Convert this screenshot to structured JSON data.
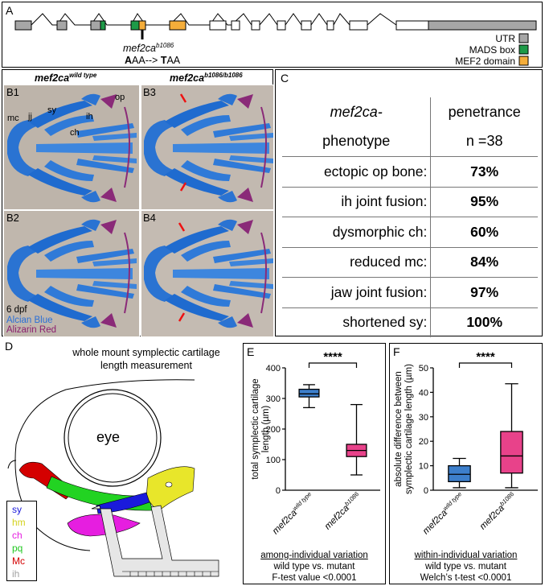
{
  "figure": {
    "panel_labels": [
      "A",
      "B1",
      "B2",
      "B3",
      "B4",
      "C",
      "D",
      "E",
      "F"
    ],
    "panel_a": {
      "allele": "mef2ca",
      "allele_sup": "b1086",
      "mutation_bold1": "A",
      "mutation_rest1": "AA--> ",
      "mutation_bold2": "T",
      "mutation_rest2": "AA",
      "legend": [
        {
          "label": "UTR",
          "color": "#a6a6a6"
        },
        {
          "label": "MADS box",
          "color": "#1e9a48"
        },
        {
          "label": "MEF2 domain",
          "color": "#f4ad3a"
        }
      ]
    },
    "panel_b": {
      "col1_title": "mef2ca",
      "col1_sup": "wild type",
      "col2_title": "mef2ca",
      "col2_sup": "b1086/b1086",
      "labels": [
        "mc",
        "jj",
        "sy",
        "ih",
        "ch",
        "op"
      ],
      "stage": "6 dpf",
      "stain1": "Alcian Blue",
      "stain2": "Alizarin Red",
      "stain1_color": "#2a6fd6",
      "stain2_color": "#8a1e6e"
    },
    "panel_c": {
      "header_left1": "mef2ca-",
      "header_left2": "phenotype",
      "header_right1": "penetrance",
      "header_right2": "n =38",
      "rows": [
        {
          "phenotype": "ectopic op bone:",
          "penetrance": "73%"
        },
        {
          "phenotype": "ih joint fusion:",
          "penetrance": "95%"
        },
        {
          "phenotype": "dysmorphic ch:",
          "penetrance": "60%"
        },
        {
          "phenotype": "reduced mc:",
          "penetrance": "84%"
        },
        {
          "phenotype": "jaw joint fusion:",
          "penetrance": "97%"
        },
        {
          "phenotype": "shortened sy:",
          "penetrance": "100%"
        }
      ]
    },
    "panel_d": {
      "title1": "whole mount symplectic cartilage",
      "title2": "length measurement",
      "eye_label": "eye",
      "legend": [
        {
          "label": "sy",
          "color": "#1a1adb"
        },
        {
          "label": "hm",
          "color": "#e8e62a"
        },
        {
          "label": "ch",
          "color": "#e61ee0"
        },
        {
          "label": "pq",
          "color": "#22d322"
        },
        {
          "label": "Mc",
          "color": "#d40000"
        },
        {
          "label": "ih",
          "color": "#a0a0a0"
        }
      ]
    },
    "panel_e": {
      "significance": "****",
      "caption1": "among-individual variation",
      "caption2": "wild type vs. mutant",
      "caption3": "F-test value <0.0001"
    },
    "panel_f": {
      "significance": "****",
      "caption1": "within-individual variation",
      "caption2": "wild type vs. mutant",
      "caption3": "Welch’s t-test <0.0001"
    }
  },
  "chart_data": [
    {
      "type": "box",
      "ylabel": "total symplectic cartilage length (µm)",
      "ylim": [
        0,
        400
      ],
      "yticks": [
        0,
        100,
        200,
        300,
        400
      ],
      "categories": [
        "mef2ca wild type",
        "mef2ca b1086"
      ],
      "cat_main": [
        "mef2ca",
        "mef2ca"
      ],
      "cat_sup": [
        "wild type",
        "b1086"
      ],
      "colors": [
        "#3d7fcc",
        "#e8428a"
      ],
      "boxes": [
        {
          "min": 270,
          "q1": 305,
          "median": 315,
          "q3": 330,
          "max": 345
        },
        {
          "min": 50,
          "q1": 110,
          "median": 130,
          "q3": 150,
          "max": 280
        }
      ]
    },
    {
      "type": "box",
      "ylabel": "absolute difference between symplectic cartilage length (µm)",
      "ylim": [
        0,
        50
      ],
      "yticks": [
        0,
        10,
        20,
        30,
        40,
        50
      ],
      "categories": [
        "mef2ca wild type",
        "mef2ca b1086"
      ],
      "cat_main": [
        "mef2ca",
        "mef2ca"
      ],
      "cat_sup": [
        "wild type",
        "b1086"
      ],
      "colors": [
        "#3d7fcc",
        "#e8428a"
      ],
      "boxes": [
        {
          "min": 1,
          "q1": 3.5,
          "median": 6.5,
          "q3": 10,
          "max": 13
        },
        {
          "min": 1,
          "q1": 7,
          "median": 14,
          "q3": 24,
          "max": 43.5
        }
      ]
    }
  ]
}
